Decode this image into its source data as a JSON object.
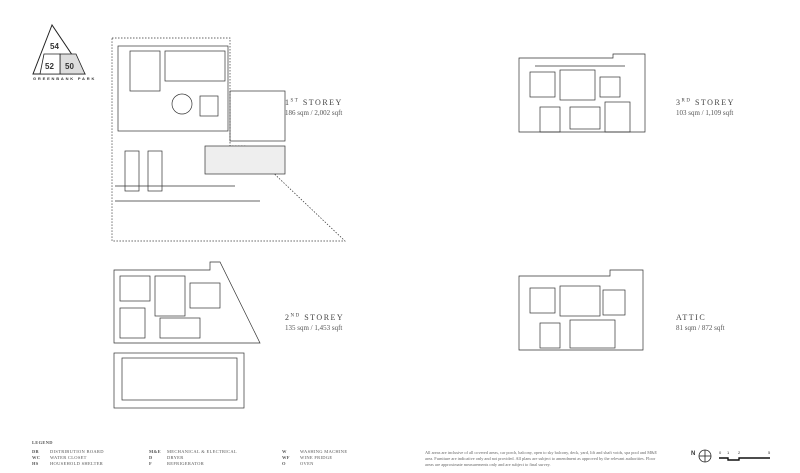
{
  "logo": {
    "blocks": [
      "54",
      "52",
      "50"
    ],
    "name": "GREENBANK PARK"
  },
  "plans": [
    {
      "ordinal": "1",
      "suffix": "ST",
      "title": "STOREY",
      "area": "186 sqm / 2,002 sqft"
    },
    {
      "ordinal": "3",
      "suffix": "RD",
      "title": "STOREY",
      "area": "103 sqm / 1,109 sqft"
    },
    {
      "ordinal": "2",
      "suffix": "ND",
      "title": "STOREY",
      "area": "135 sqm / 1,453 sqft"
    },
    {
      "ordinal": "",
      "suffix": "",
      "title": "ATTIC",
      "area": "81 sqm / 872 sqft"
    }
  ],
  "legend": {
    "title": "LEGEND",
    "items": [
      {
        "code": "DB",
        "label": "DISTRIBUTION BOARD"
      },
      {
        "code": "WC",
        "label": "WATER CLOSET"
      },
      {
        "code": "HS",
        "label": "HOUSEHOLD SHELTER"
      },
      {
        "code": "M&E",
        "label": "MECHANICAL & ELECTRICAL"
      },
      {
        "code": "D",
        "label": "DRYER"
      },
      {
        "code": "F",
        "label": "REFRIGERATOR"
      },
      {
        "code": "W",
        "label": "WASHING MACHINE"
      },
      {
        "code": "WF",
        "label": "WINE FRIDGE"
      },
      {
        "code": "O",
        "label": "OVEN"
      }
    ]
  },
  "note": "All areas are inclusive of all covered areas, car porch, balcony, open to sky balcony, deck, yard, lift and shaft voids, spa pool and M&E area. Furniture are indicative only and not provided. All plans are subject to amendment as approved by the relevant authorities. Floor areas are approximate measurements only and are subject to final survey.",
  "north": "N",
  "scale": [
    "0",
    "1",
    "2",
    "5"
  ]
}
